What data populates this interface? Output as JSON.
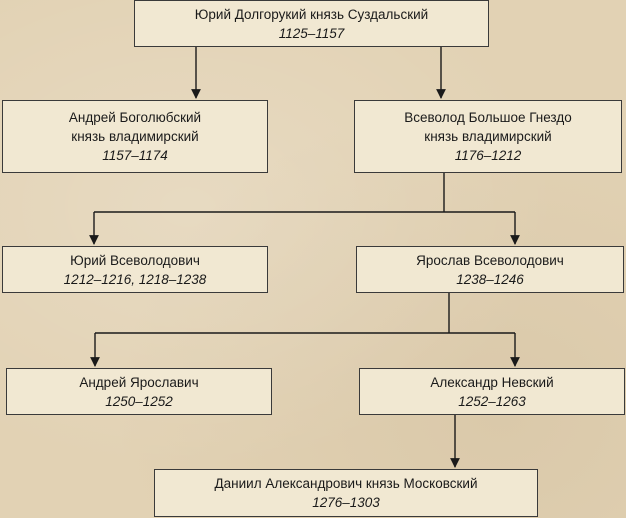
{
  "nodes": {
    "yuri_dolgoruky": {
      "name": "Юрий Долгорукий князь Суздальский",
      "years": "1125–1157"
    },
    "andrei_bogolyubsky": {
      "name_line1": "Андрей Боголюбский",
      "name_line2": "князь владимирский",
      "years": "1157–1174"
    },
    "vsevolod": {
      "name_line1": "Всеволод Большое Гнездо",
      "name_line2": "князь владимирский",
      "years": "1176–1212"
    },
    "yuri_vsevolodovich": {
      "name": "Юрий Всеволодович",
      "years": "1212–1216, 1218–1238"
    },
    "yaroslav": {
      "name": "Ярослав Всеволодович",
      "years": "1238–1246"
    },
    "andrei_yaroslavich": {
      "name": "Андрей Ярославич",
      "years": "1250–1252"
    },
    "alexander_nevsky": {
      "name": "Александр Невский",
      "years": "1252–1263"
    },
    "daniil": {
      "name": "Даниил Александрович князь Московский",
      "years": "1276–1303"
    }
  },
  "edges": [
    [
      "yuri_dolgoruky",
      "andrei_bogolyubsky"
    ],
    [
      "yuri_dolgoruky",
      "vsevolod"
    ],
    [
      "vsevolod",
      "yuri_vsevolodovich"
    ],
    [
      "vsevolod",
      "yaroslav"
    ],
    [
      "yaroslav",
      "andrei_yaroslavich"
    ],
    [
      "yaroslav",
      "alexander_nevsky"
    ],
    [
      "alexander_nevsky",
      "daniil"
    ]
  ]
}
